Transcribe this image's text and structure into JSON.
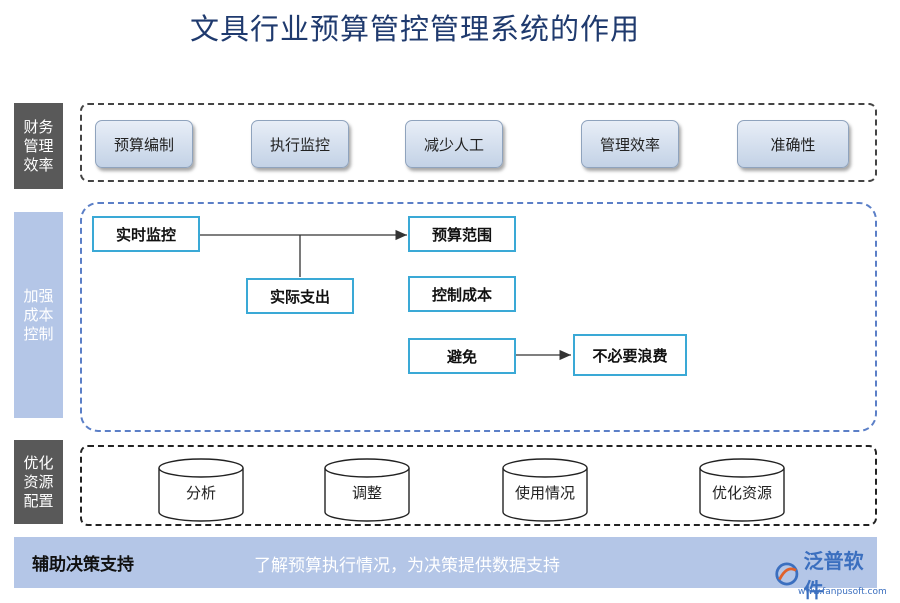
{
  "title": "文具行业预算管控管理系统的作用",
  "sections": [
    {
      "label": "财务管理效率"
    },
    {
      "label": "加强成本控制"
    },
    {
      "label": "优化资源配置"
    }
  ],
  "efficiency_items": [
    "预算编制",
    "执行监控",
    "减少人工",
    "管理效率",
    "准确性"
  ],
  "cost_control": {
    "realtime": "实时监控",
    "actual": "实际支出",
    "scope": "预算范围",
    "cost": "控制成本",
    "avoid": "避免",
    "waste": "不必要浪费"
  },
  "resources": [
    "分析",
    "调整",
    "使用情况",
    "优化资源"
  ],
  "bottom": {
    "title": "辅助决策支持",
    "text": "了解预算执行情况，为决策提供数据支持"
  },
  "logo": {
    "name": "泛普软件",
    "url": "www.fanpusoft.com"
  },
  "colors": {
    "accent_box_border": "#3aa9d6",
    "side_dark": "#595959",
    "side_blue": "#b4c6e7"
  }
}
